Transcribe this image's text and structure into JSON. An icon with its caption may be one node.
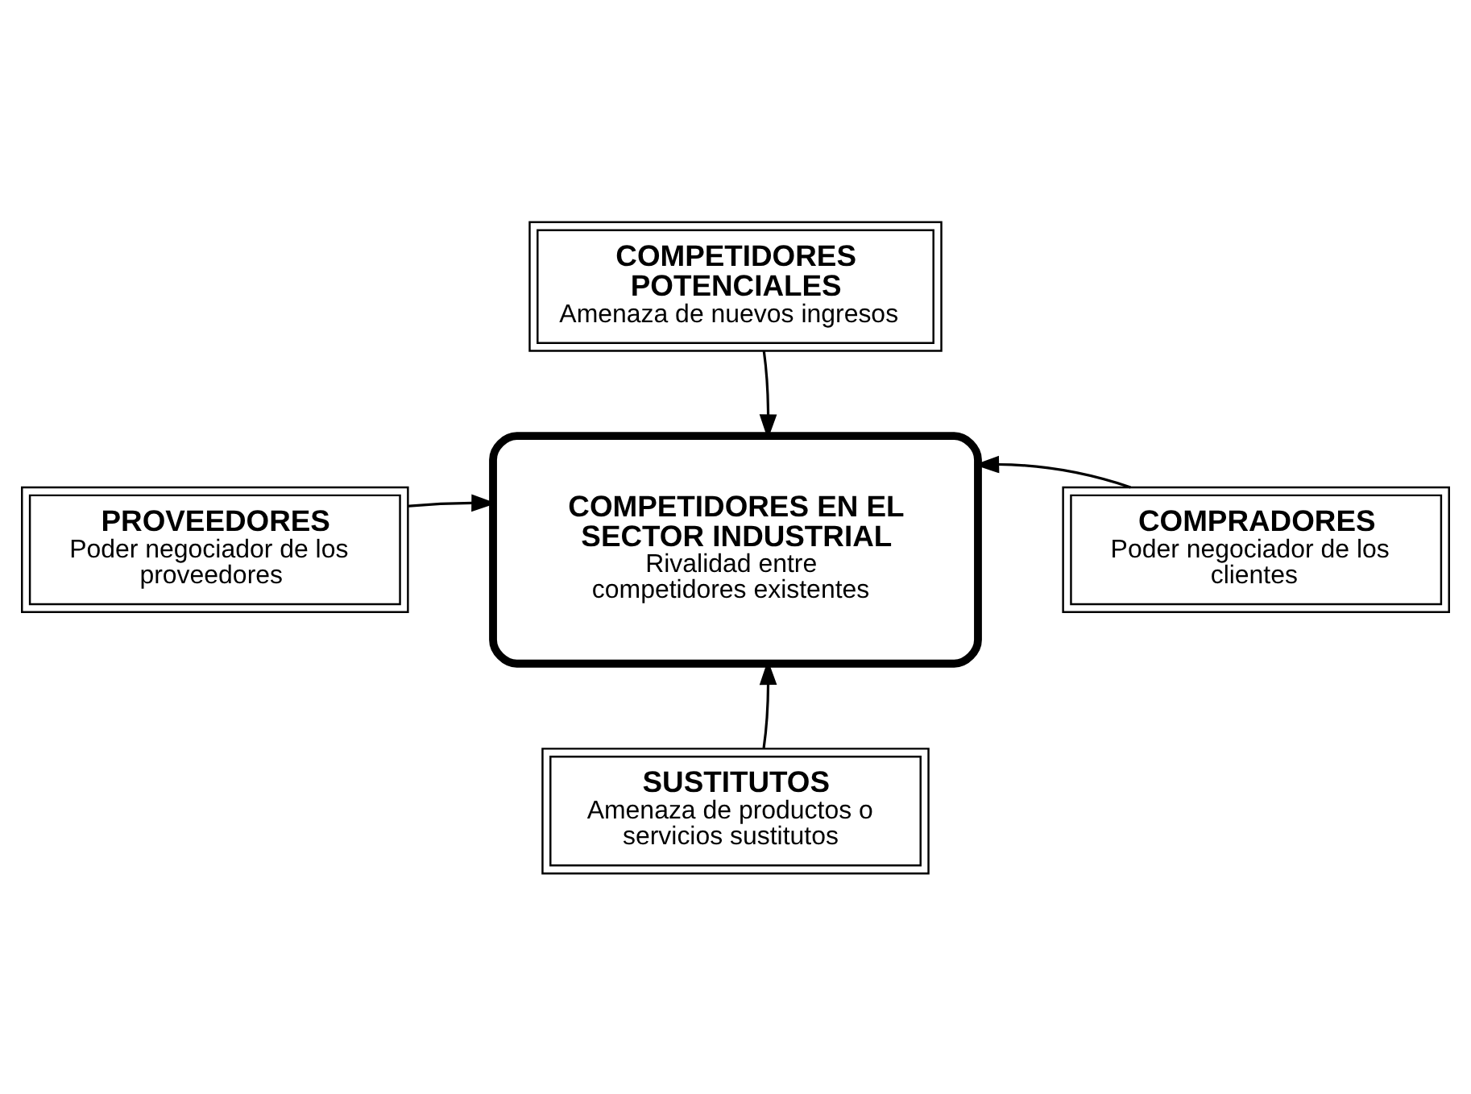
{
  "diagram": {
    "nodes": [
      {
        "text": [
          "COMPETIDORES POTENCIALES",
          "Amenaza de nuevos ingresos"
        ]
      },
      {
        "text": [
          "PROVEEDORES",
          "Poder negociador de los proveedores"
        ]
      },
      {
        "text": [
          "COMPETIDORES EN EL SECTOR INDUSTRIAL",
          "Rivalidad entre competidores existentes"
        ]
      },
      {
        "text": [
          "COMPRADORES",
          "Poder negociador de los clientes"
        ]
      },
      {
        "text": [
          "SUSTITUTOS",
          "Amenaza de productos o servicios sustitutos"
        ]
      }
    ],
    "edges": [
      {
        "from": 0,
        "to": 2,
        "arrow": "to"
      },
      {
        "from": 1,
        "to": 2,
        "arrow": "to"
      },
      {
        "from": 3,
        "to": 2,
        "arrow": "to"
      },
      {
        "from": 4,
        "to": 2,
        "arrow": "to"
      }
    ]
  }
}
